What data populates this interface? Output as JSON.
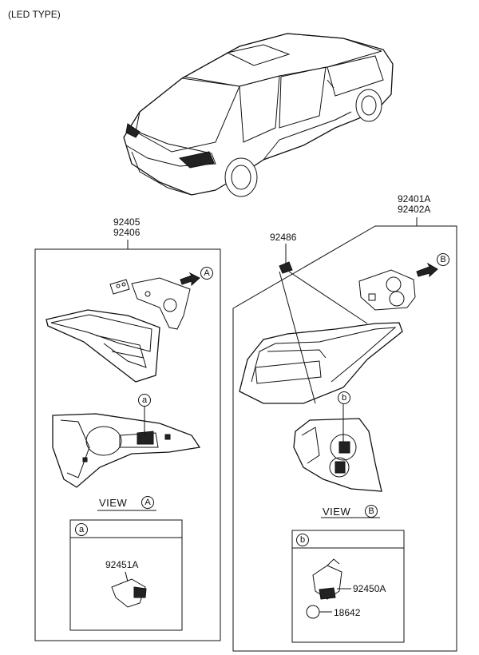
{
  "header": {
    "title": "(LED TYPE)"
  },
  "left_group": {
    "part_numbers": [
      "92405",
      "92406"
    ],
    "view_label": "VIEW",
    "view_marker": "A",
    "detail_marker": "a",
    "arrow_marker": "A",
    "callout_marker": "a",
    "detail_part": "92451A"
  },
  "right_group": {
    "part_numbers": [
      "92401A",
      "92402A"
    ],
    "clip_part": "92486",
    "view_label": "VIEW",
    "view_marker": "B",
    "arrow_marker": "B",
    "callout_marker": "b",
    "detail_marker": "b",
    "detail_parts": [
      "92450A",
      "18642"
    ]
  }
}
